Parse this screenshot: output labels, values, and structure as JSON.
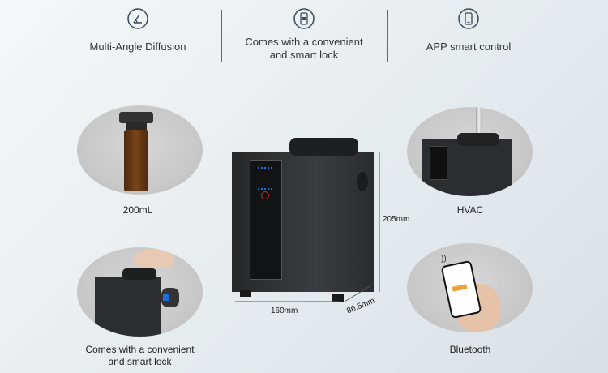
{
  "features": [
    {
      "label": "Multi-Angle Diffusion",
      "icon": "angle-icon"
    },
    {
      "label_line1": "Comes with a convenient",
      "label_line2": "and smart lock",
      "icon": "lock-phone-icon"
    },
    {
      "label": "APP smart control",
      "icon": "phone-icon"
    }
  ],
  "captions": {
    "bottle": "200mL",
    "hvac": "HVAC",
    "lock_line1": "Comes with a convenient",
    "lock_line2": "and smart lock",
    "bluetooth": "Bluetooth"
  },
  "dimensions": {
    "height": "205mm",
    "width": "160mm",
    "depth": "86.5mm"
  },
  "colors": {
    "accent": "#3a4a5a",
    "device": "#2d2f32",
    "led": "#1e6fd9"
  }
}
